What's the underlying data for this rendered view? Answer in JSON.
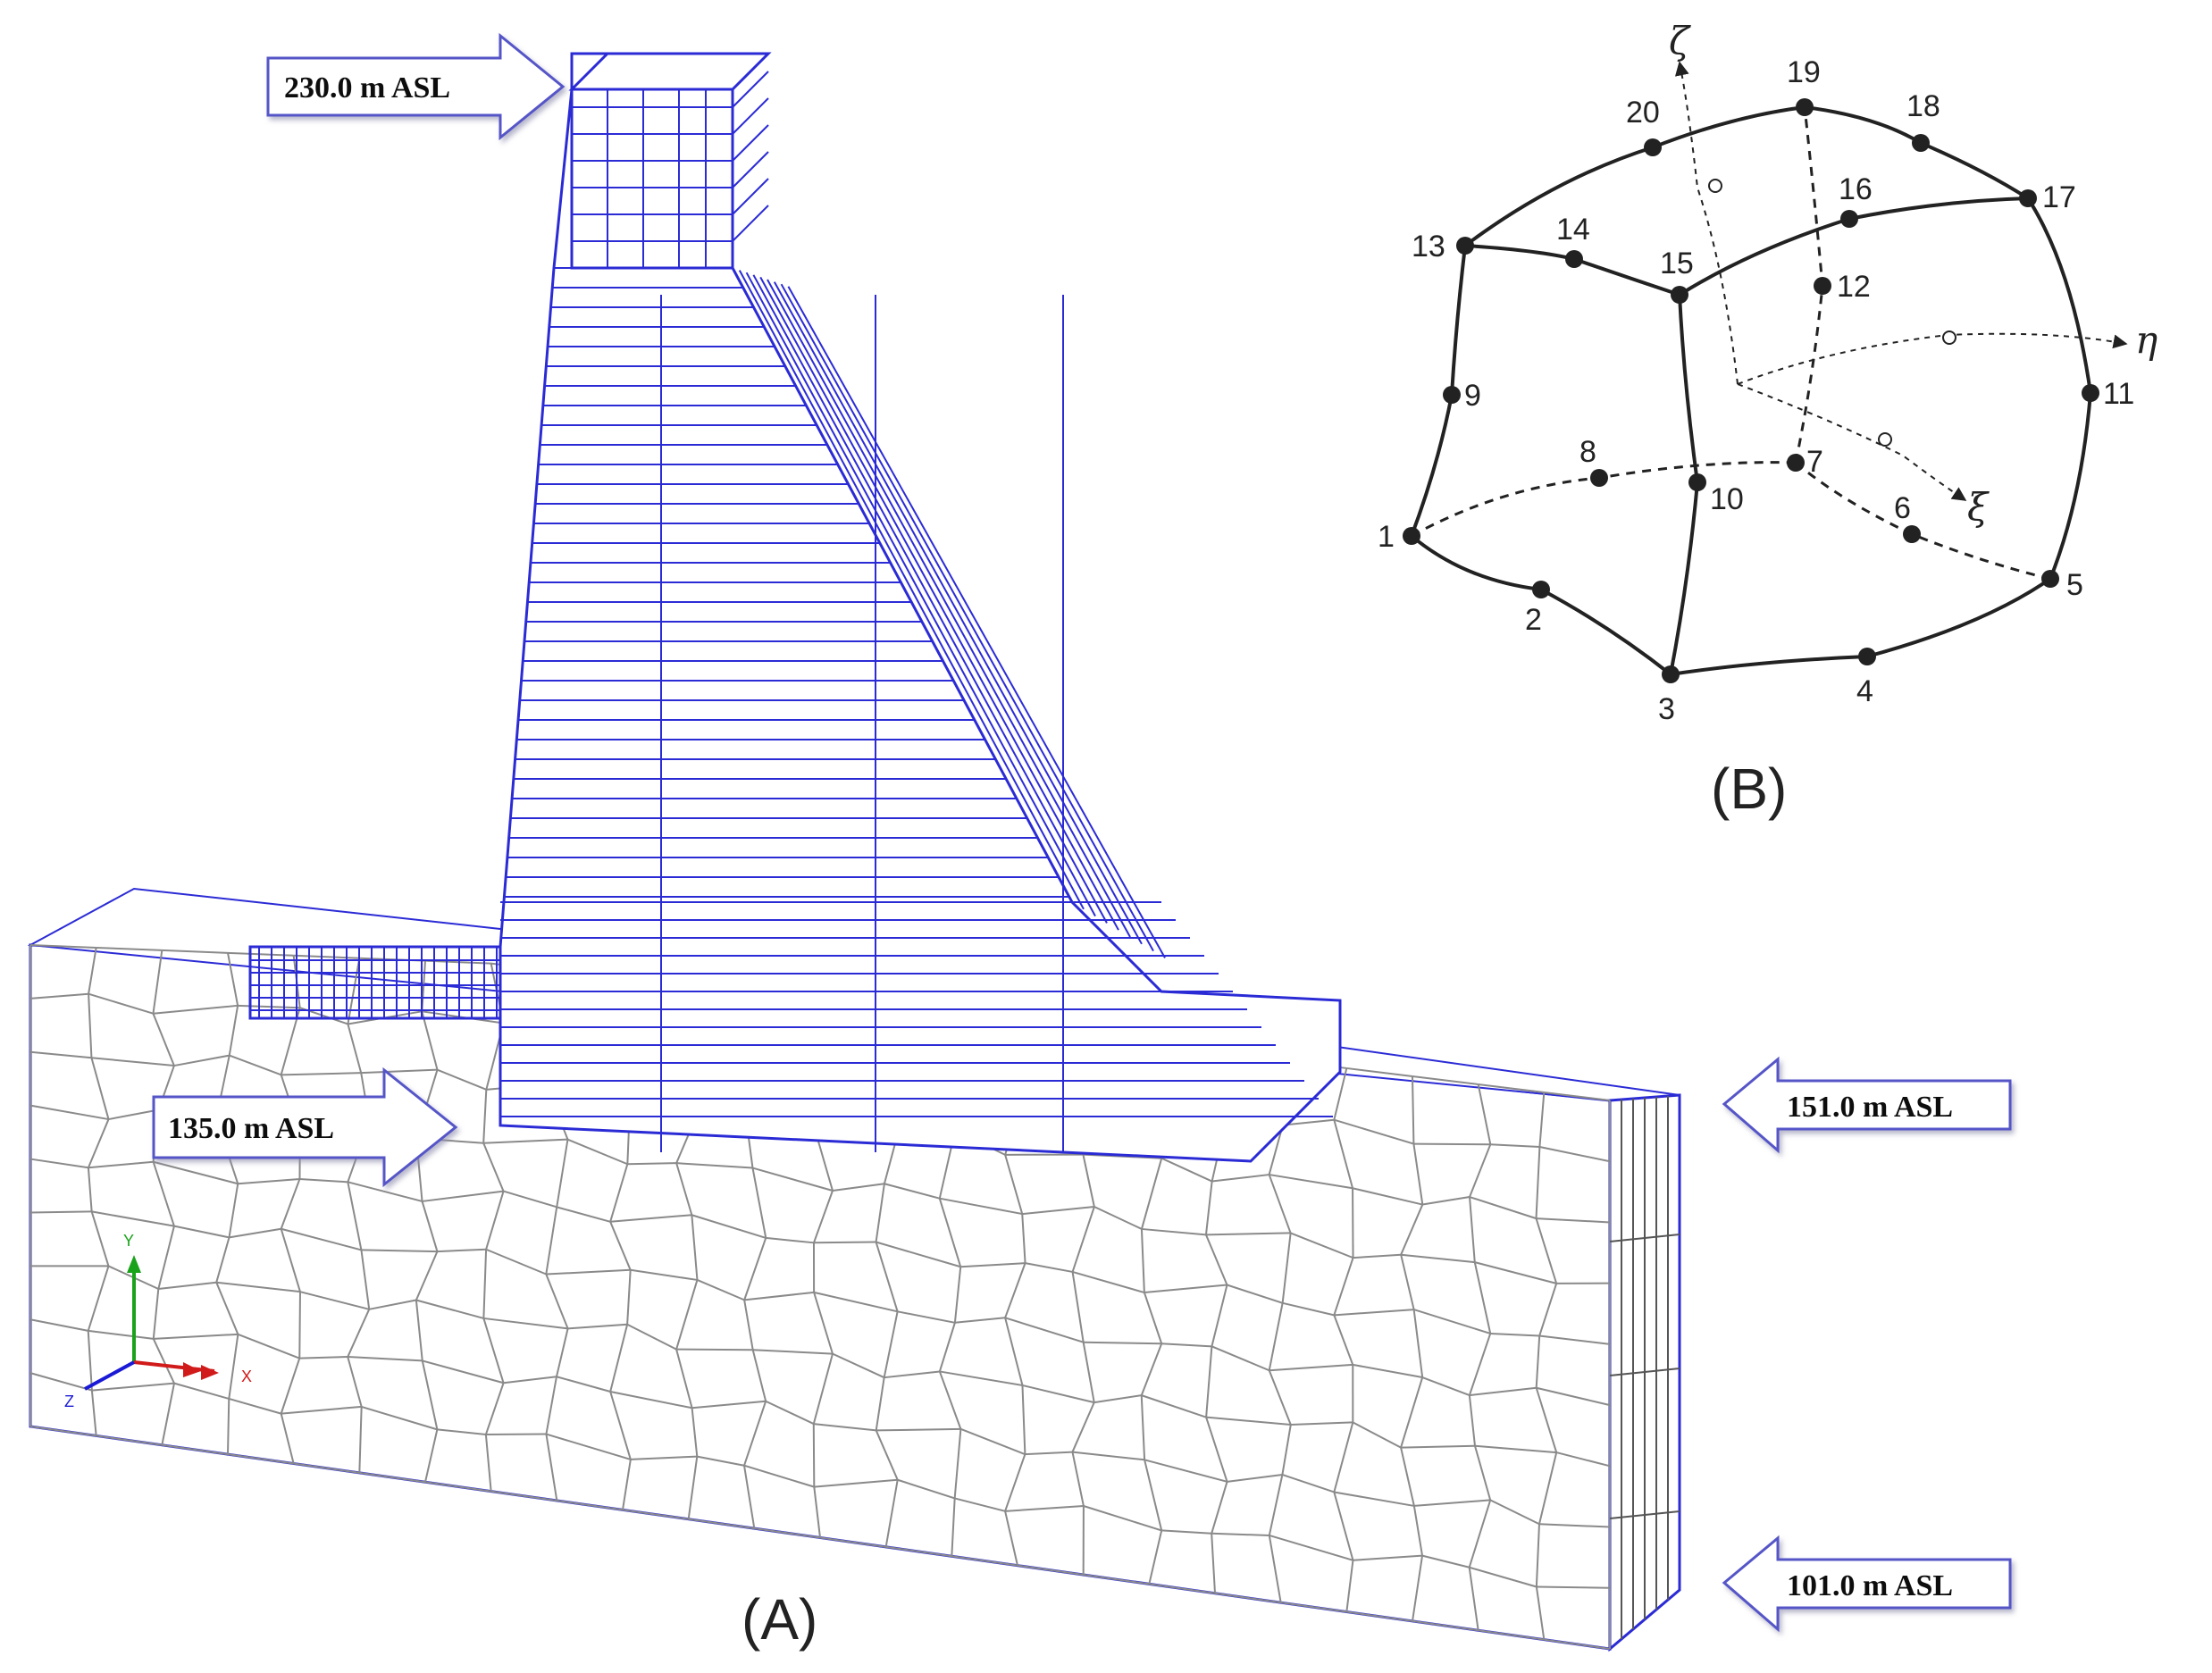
{
  "panel_a": {
    "label": "(A)",
    "callouts": [
      {
        "id": "crest",
        "text": "230.0 m ASL"
      },
      {
        "id": "upstream",
        "text": "135.0 m ASL"
      },
      {
        "id": "foundation-top",
        "text": "151.0 m ASL"
      },
      {
        "id": "foundation-base",
        "text": "101.0 m ASL"
      }
    ],
    "triad": {
      "x": "X",
      "y": "Y",
      "z": "Z"
    },
    "colors": {
      "dam_mesh": "#2b2bd6",
      "foundation_mesh": "#8a8a8a",
      "triad_x": "#d11a1a",
      "triad_y": "#1aa31a",
      "triad_z": "#1a1ad6"
    }
  },
  "panel_b": {
    "label": "(B)",
    "nodes": [
      "1",
      "2",
      "3",
      "4",
      "5",
      "6",
      "7",
      "8",
      "9",
      "10",
      "11",
      "12",
      "13",
      "14",
      "15",
      "16",
      "17",
      "18",
      "19",
      "20"
    ],
    "axes": {
      "zeta": "ζ",
      "eta": "η",
      "xi": "ξ"
    }
  },
  "callout_style": {
    "fill": "#ffffff",
    "stroke": "#5555c8"
  }
}
